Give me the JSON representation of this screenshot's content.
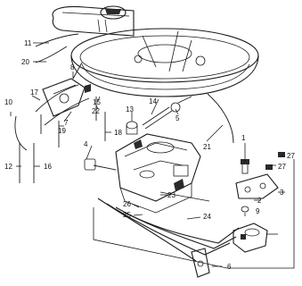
{
  "callouts": {
    "c1": "1",
    "c2": "2",
    "c3": "3",
    "c4": "4",
    "c5": "5",
    "c6": "6",
    "c7": "7",
    "c8": "8",
    "c9": "9",
    "c10": "10",
    "c11": "11",
    "c12": "12",
    "c13": "13",
    "c14": "14",
    "c15": "15",
    "c16": "16",
    "c17": "17",
    "c18": "18",
    "c19": "19",
    "c20": "20",
    "c21": "21",
    "c22": "22",
    "c23": "23",
    "c24": "24",
    "c25": "25",
    "c26": "26",
    "c27a": "27",
    "c27b": "27"
  }
}
